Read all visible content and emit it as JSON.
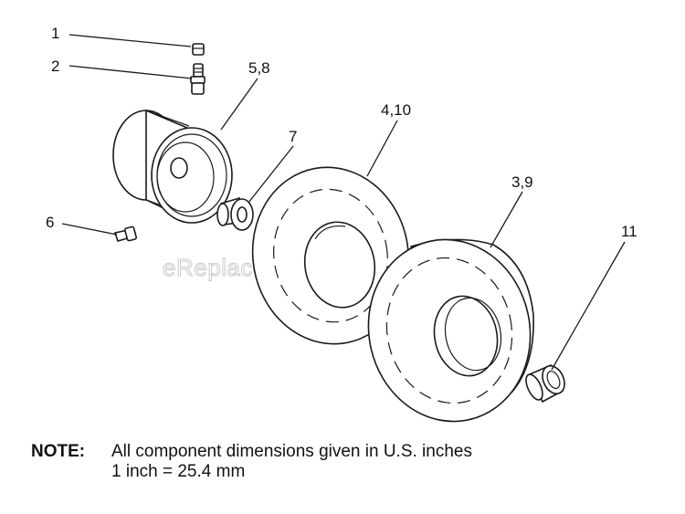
{
  "callouts": {
    "c1": "1",
    "c2": "2",
    "c58": "5,8",
    "c7": "7",
    "c410": "4,10",
    "c6": "6",
    "c39": "3,9",
    "c11": "11"
  },
  "watermark": "eReplacementParts.com",
  "note": {
    "label": "NOTE:",
    "line1": "All component dimensions given in U.S. inches",
    "line2": "1 inch = 25.4 mm"
  }
}
